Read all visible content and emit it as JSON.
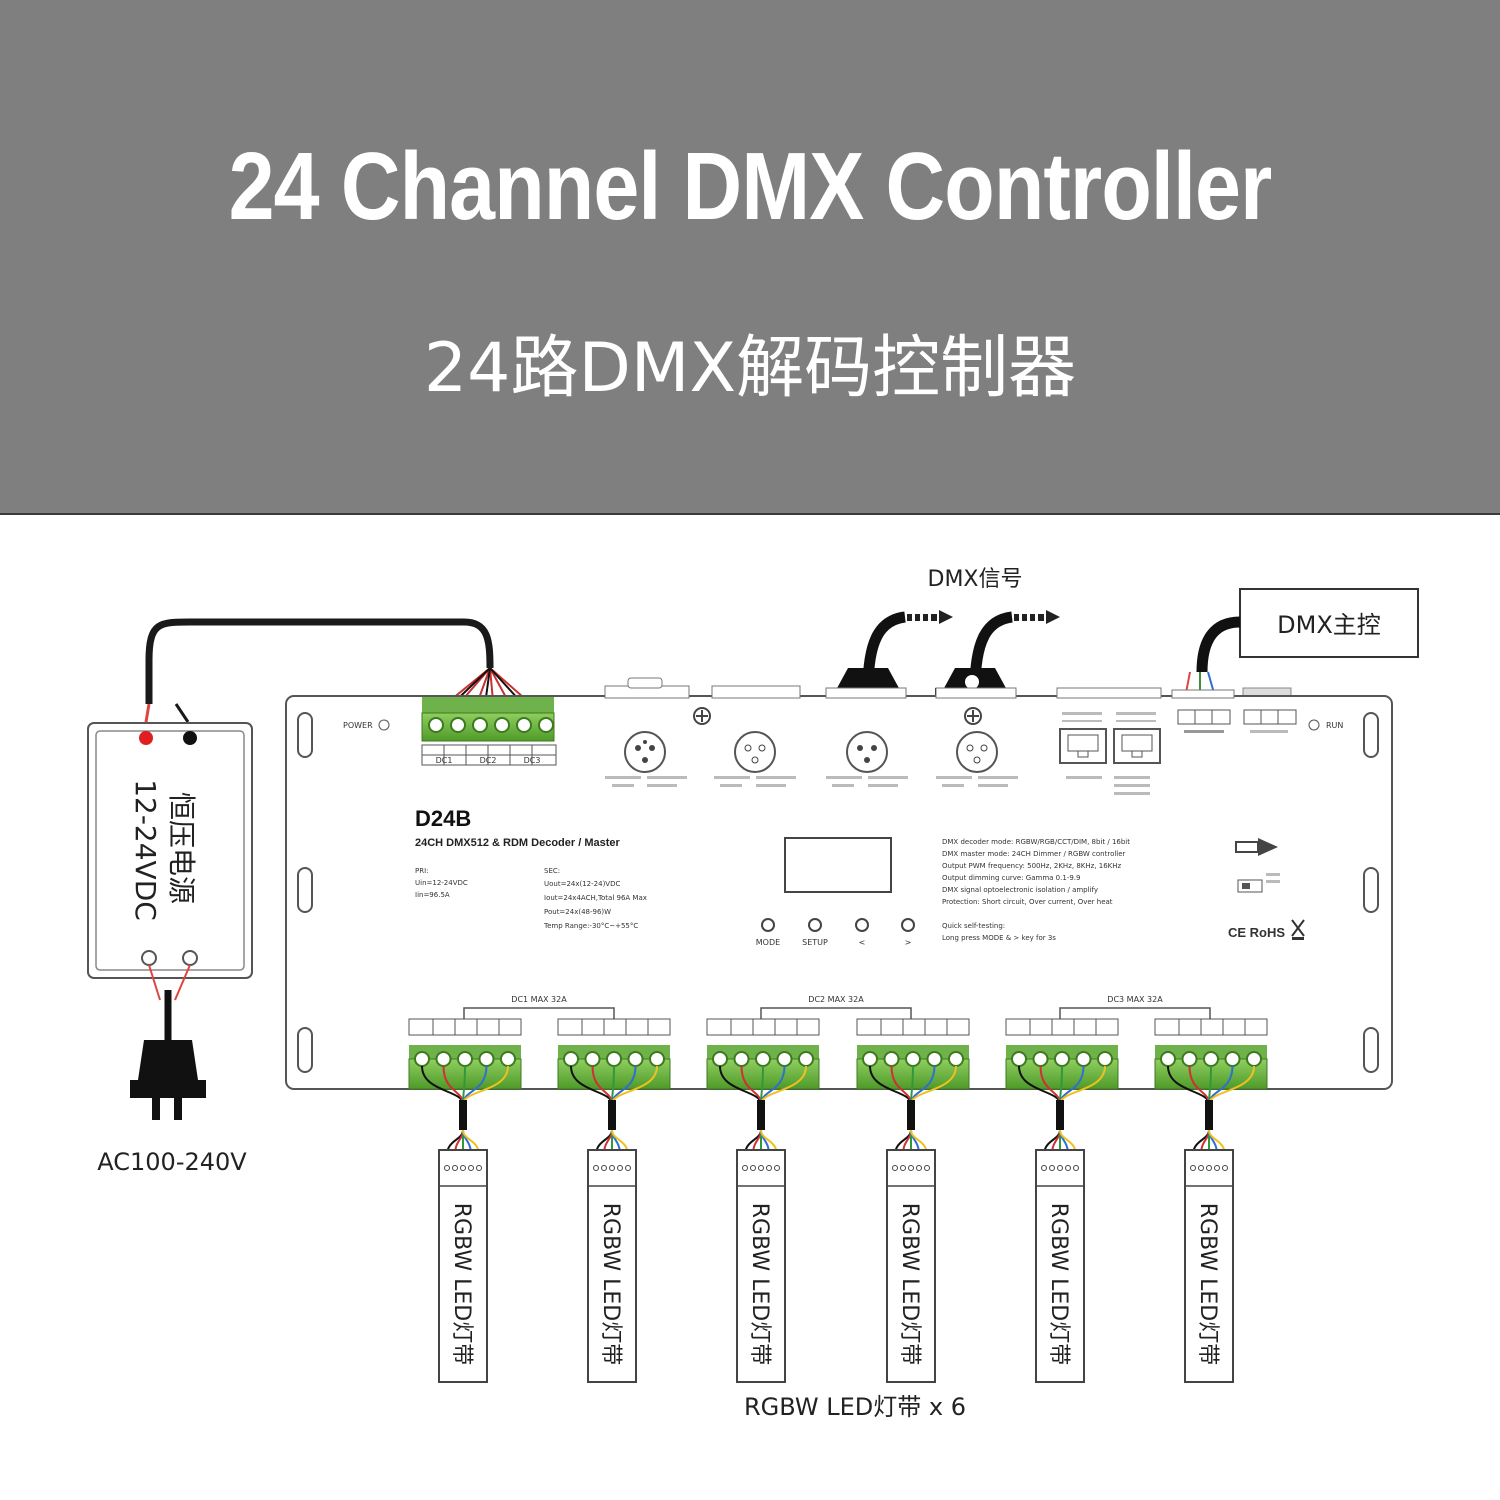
{
  "banner": {
    "title": "24 Channel DMX Controller",
    "subtitle": "24路DMX解码控制器"
  },
  "diagram": {
    "dmx_signal_label": "DMX信号",
    "dmx_master_label": "DMX主控",
    "psu": {
      "name": "恒压电源",
      "voltage": "12-24VDC",
      "mains": "AC100-240V"
    },
    "controller": {
      "model": "D24B",
      "subtitle": "24CH DMX512 & RDM Decoder  / Master",
      "power_label": "POWER",
      "run_label": "RUN",
      "pri_block": [
        "PRI:",
        "Uin=12-24VDC",
        "Iin=96.5A"
      ],
      "sec_block": [
        "SEC:",
        "Uout=24x(12-24)VDC",
        "Iout=24x4ACH,Total 96A Max",
        "Pout=24x(48-96)W",
        "Temp Range:-30°C~+55°C"
      ],
      "spec_lines": [
        "DMX decoder mode: RGBW/RGB/CCT/DIM, 8bit / 16bit",
        "DMX master mode: 24CH Dimmer / RGBW controller",
        "Output PWM frequency: 500Hz, 2KHz, 8KHz, 16KHz",
        "Output dimming curve: Gamma 0.1-9.9",
        "DMX signal optoelectronic isolation / amplify",
        "Protection: Short circuit, Over current, Over heat",
        "",
        "Quick self-testing:",
        "Long press MODE & > key for 3s"
      ],
      "buttons": [
        "MODE",
        "SETUP",
        "<",
        ">"
      ],
      "dc_groups": [
        "DC1 MAX 32A",
        "DC2 MAX 32A",
        "DC3 MAX 32A"
      ],
      "input_groups": [
        "DC1",
        "DC2",
        "DC3"
      ],
      "cert": "CE RoHS"
    },
    "strips": [
      "RGBW LED灯带",
      "RGBW LED灯带",
      "RGBW LED灯带",
      "RGBW LED灯带",
      "RGBW LED灯带",
      "RGBW LED灯带"
    ],
    "strip_caption": "RGBW LED灯带 x 6"
  }
}
